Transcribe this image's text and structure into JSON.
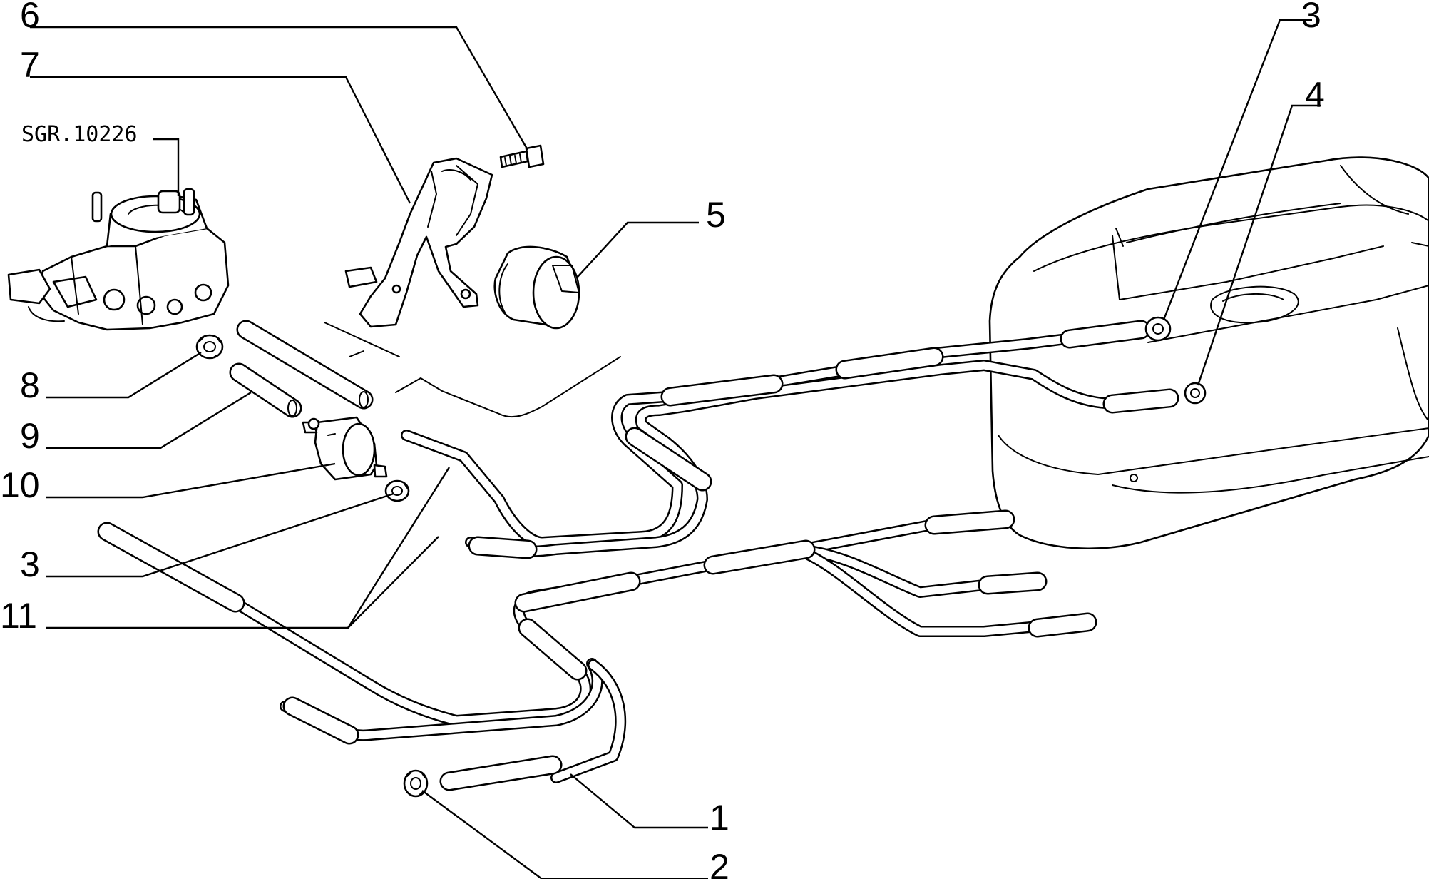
{
  "reference_code": "SGR.10226",
  "callouts": {
    "c1": "1",
    "c2": "2",
    "c3_top": "3",
    "c3_left": "3",
    "c4": "4",
    "c5": "5",
    "c6": "6",
    "c7": "7",
    "c8": "8",
    "c9": "9",
    "c10": "10",
    "c11": "11"
  }
}
